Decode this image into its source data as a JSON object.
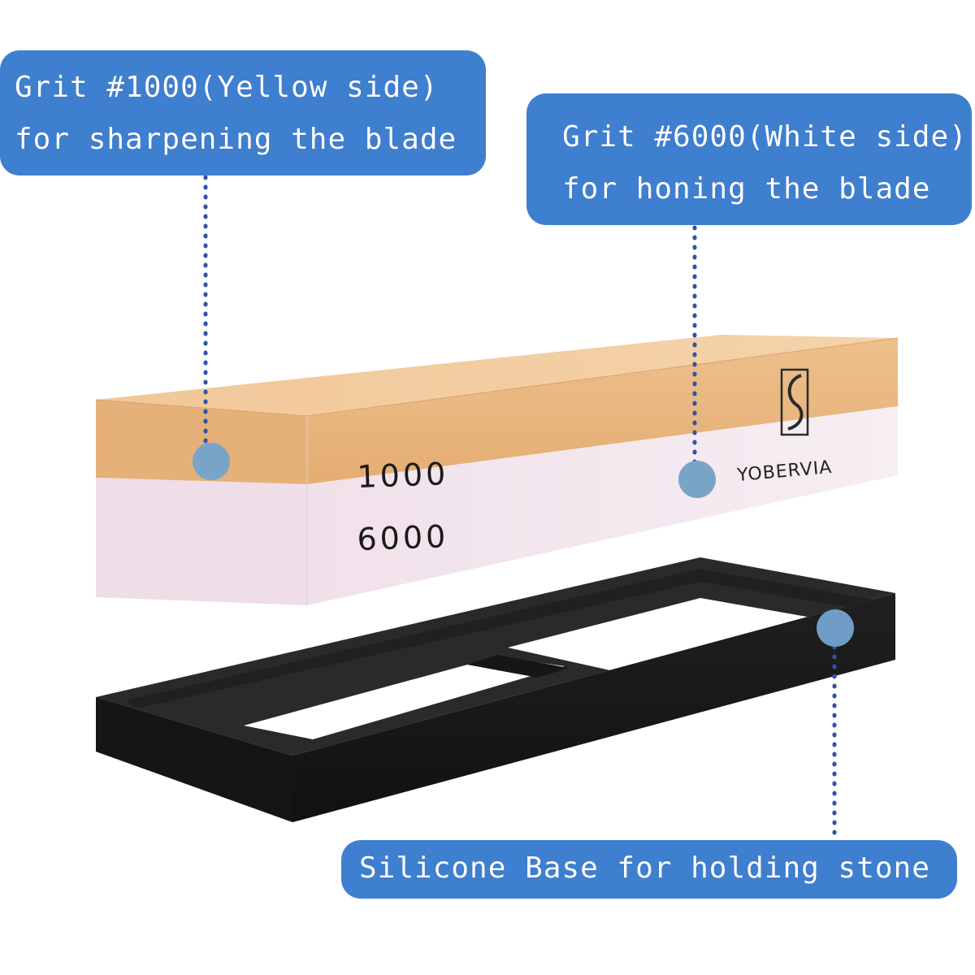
{
  "callouts": {
    "grit_1000": {
      "line1": "Grit #1000(Yellow side)",
      "line2": "for sharpening the blade"
    },
    "grit_6000": {
      "line1": "Grit #6000(White side)",
      "line2": "for honing the blade"
    },
    "base": {
      "text": "Silicone Base for holding stone"
    }
  },
  "stone": {
    "top_grit_label": "1000",
    "bottom_grit_label": "6000",
    "brand": "YOBERVIA"
  },
  "colors": {
    "callout_blue": "#3f7fd0",
    "marker_dot": "#7aa3c8",
    "yellow_side": "#e9b782",
    "white_side": "#f3e6ee",
    "silicone_base": "#1c1c1c"
  }
}
